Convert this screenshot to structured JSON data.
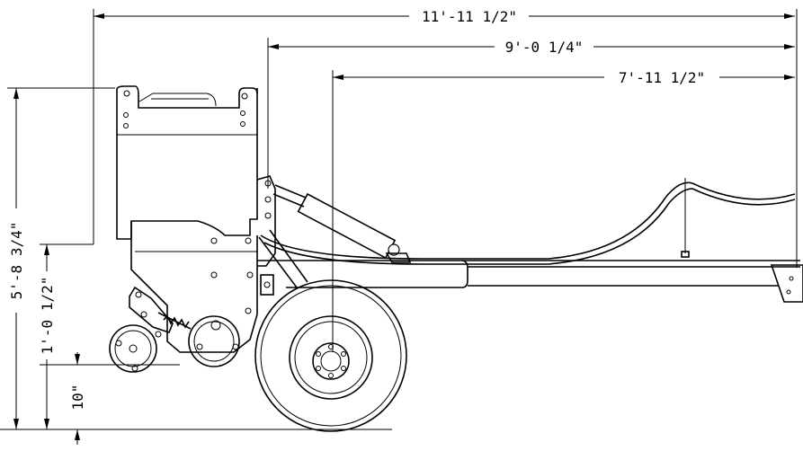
{
  "drawing": {
    "dimensions": {
      "overall_length": "11'-11 1/2\"",
      "hitch_to_axle_frame": "9'-0 1/4\"",
      "axle_to_hitch": "7'-11 1/2\"",
      "overall_height": "5'-8 3/4\"",
      "frame_height": "1'-0 1/2\"",
      "ground_clearance": "10\""
    }
  }
}
